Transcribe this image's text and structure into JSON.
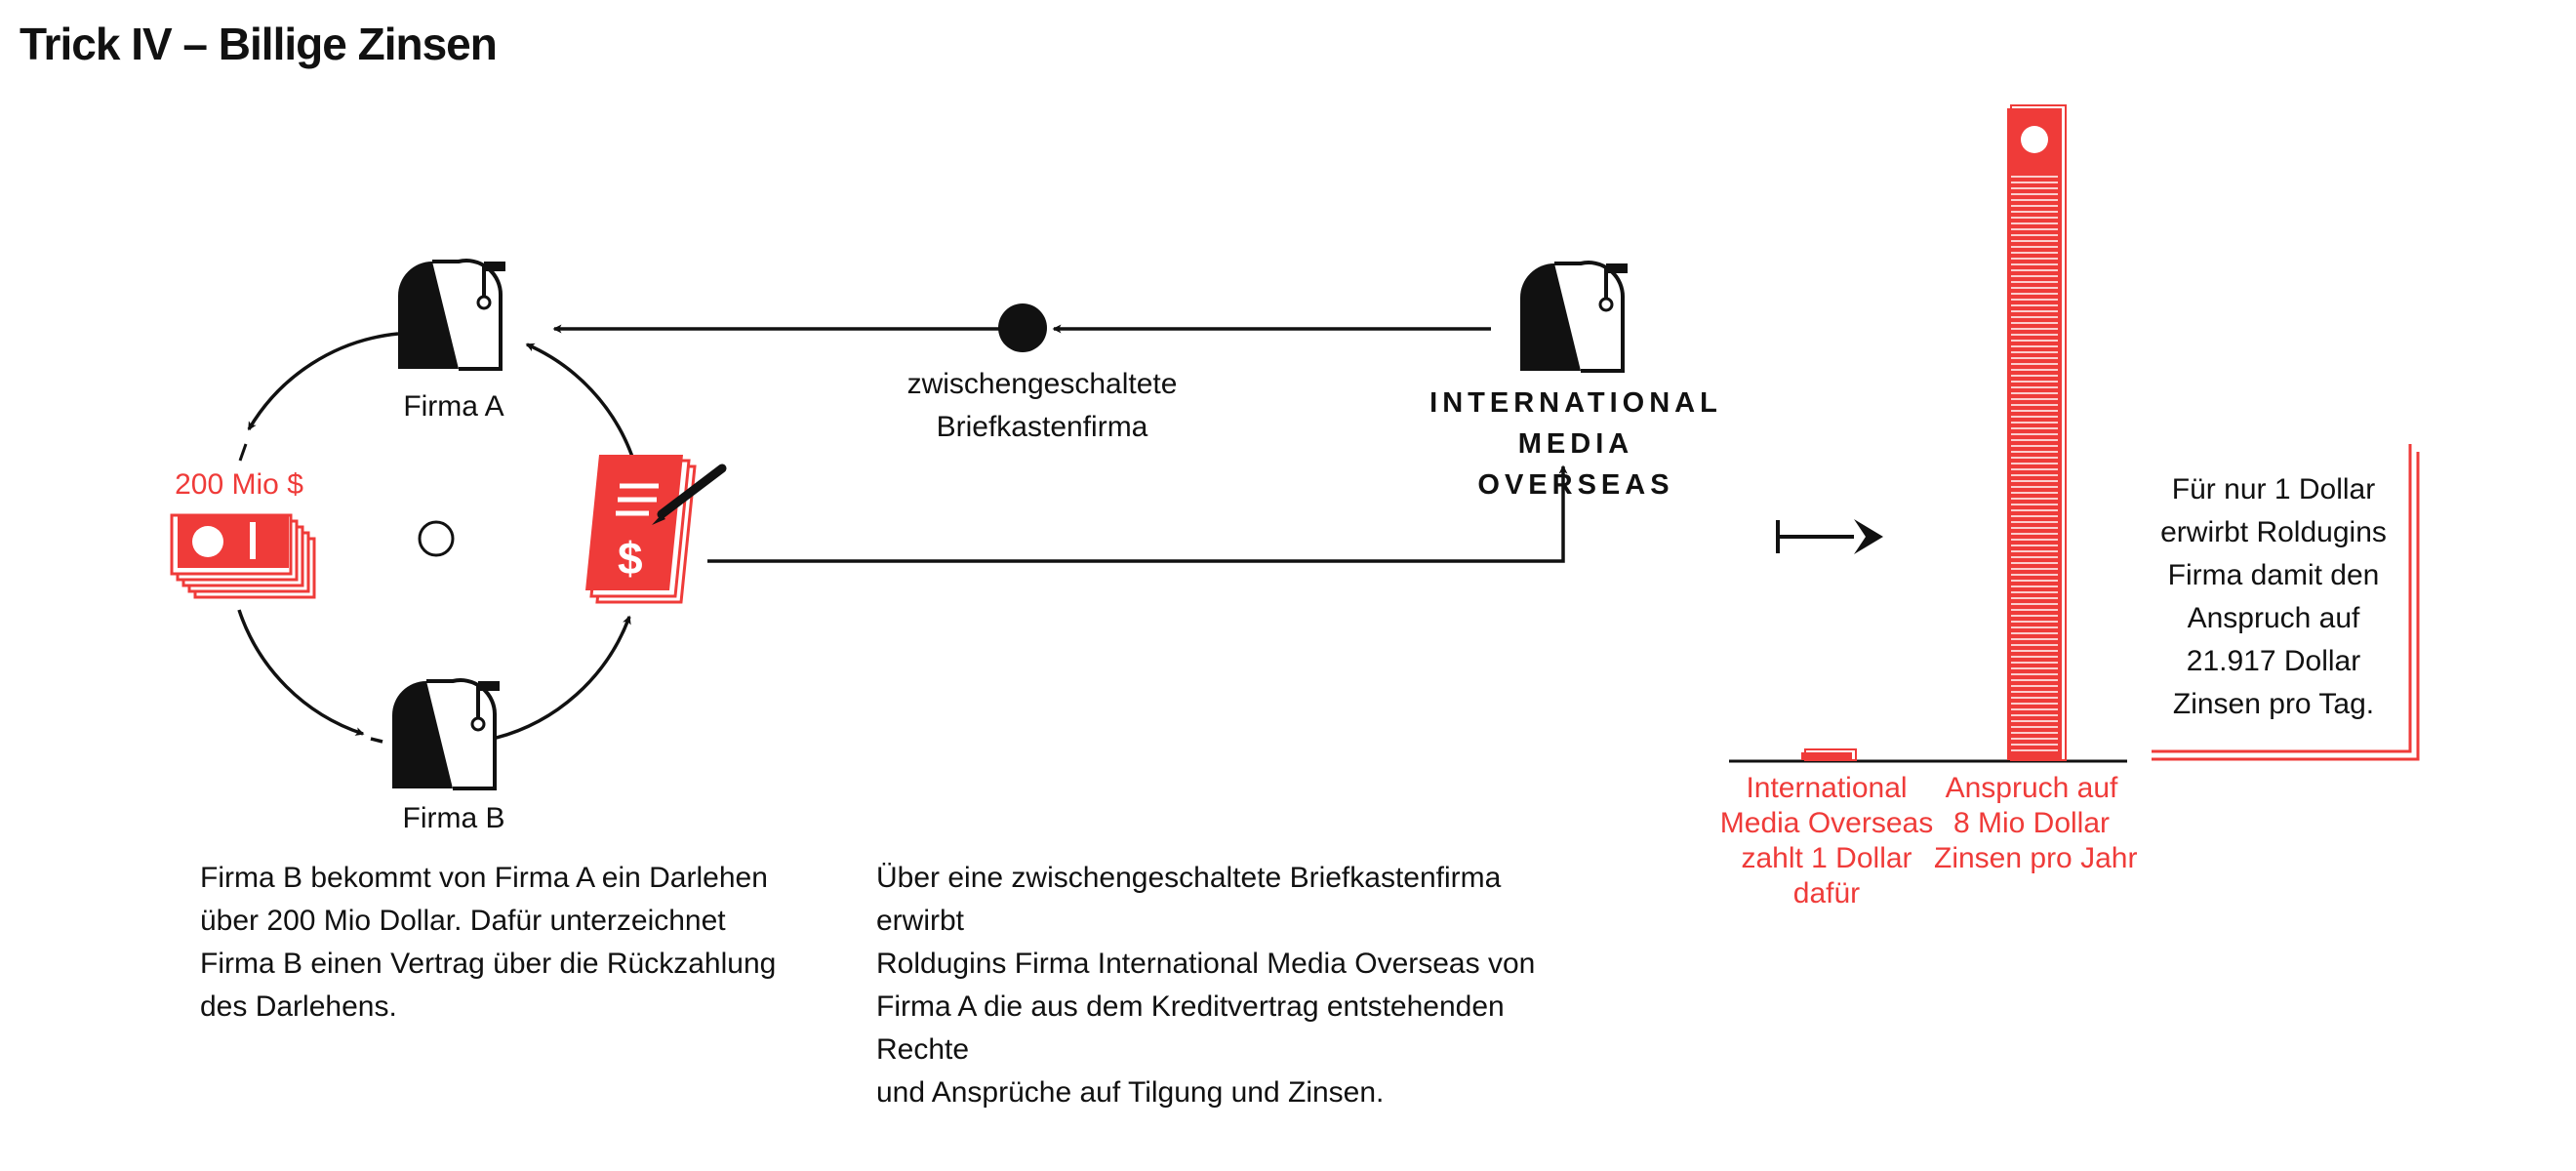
{
  "title": "Trick IV – Billige Zinsen",
  "nodes": {
    "firma_a": "Firma A",
    "firma_b": "Firma B",
    "shell_line1": "zwischengeschaltete",
    "shell_line2": "Briefkastenfirma",
    "imo_line1": "INTERNATIONAL",
    "imo_line2": "MEDIA OVERSEAS",
    "loan_amount": "200 Mio $"
  },
  "captions": {
    "left": [
      "Firma B bekommt von Firma A ein Darlehen",
      "über 200 Mio Dollar. Dafür unterzeichnet",
      "Firma B einen Vertrag über die Rückzahlung",
      "des Darlehens."
    ],
    "middle": [
      "Über eine zwischengeschaltete Briefkastenfirma erwirbt",
      "Roldugins Firma International Media Overseas von",
      "Firma A die aus dem Kreditvertrag entstehenden Rechte",
      "und Ansprüche auf Tilgung und Zinsen."
    ]
  },
  "chart_data": {
    "type": "bar",
    "categories": [
      "International Media Overseas zahlt 1 Dollar dafür",
      "Anspruch auf 8 Mio Dollar Zinsen pro Jahr"
    ],
    "category_lines": [
      [
        "International",
        "Media Overseas",
        "zahlt 1 Dollar",
        "dafür"
      ],
      [
        "Anspruch auf",
        "8 Mio Dollar",
        "Zinsen pro Jahr"
      ]
    ],
    "values": [
      1,
      8000000
    ],
    "units": "Dollar"
  },
  "callout": [
    "Für nur 1 Dollar",
    "erwirbt Roldugins",
    "Firma damit den",
    "Anspruch auf",
    "21.917 Dollar",
    "Zinsen pro Tag."
  ],
  "colors": {
    "accent": "#ef3b39",
    "ink": "#111111"
  },
  "icons": [
    "mailbox-icon",
    "banknote-stack-icon",
    "contract-icon",
    "pen-icon",
    "arrow-icon"
  ]
}
